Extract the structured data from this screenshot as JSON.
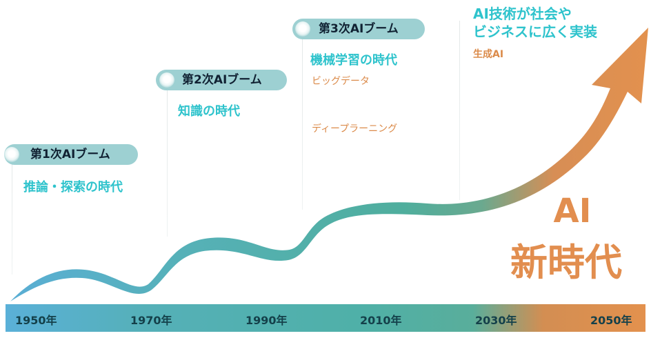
{
  "booms": [
    {
      "label": "第1次AIブーム",
      "era": "推論・探索の時代"
    },
    {
      "label": "第2次AIブーム",
      "era": "知識の時代"
    },
    {
      "label": "第3次AIブーム",
      "era": "機械学習の時代",
      "items": [
        "ビッグデータ",
        "ディープラーニング"
      ]
    }
  ],
  "future": {
    "line1": "AI技術が社会や",
    "line2": "ビジネスに広く実装",
    "item": "生成AI"
  },
  "new_era": {
    "line1": "AI",
    "line2": "新時代"
  },
  "timeline": {
    "years": [
      "1950年",
      "1970年",
      "1990年",
      "2010年",
      "2030年",
      "2050年"
    ]
  },
  "colors": {
    "teal": "#2ec3cc",
    "orange": "#e28e4f",
    "pill": "#9dd0d2",
    "curve_start": "#5aaed6",
    "curve_end": "#e3914e"
  }
}
